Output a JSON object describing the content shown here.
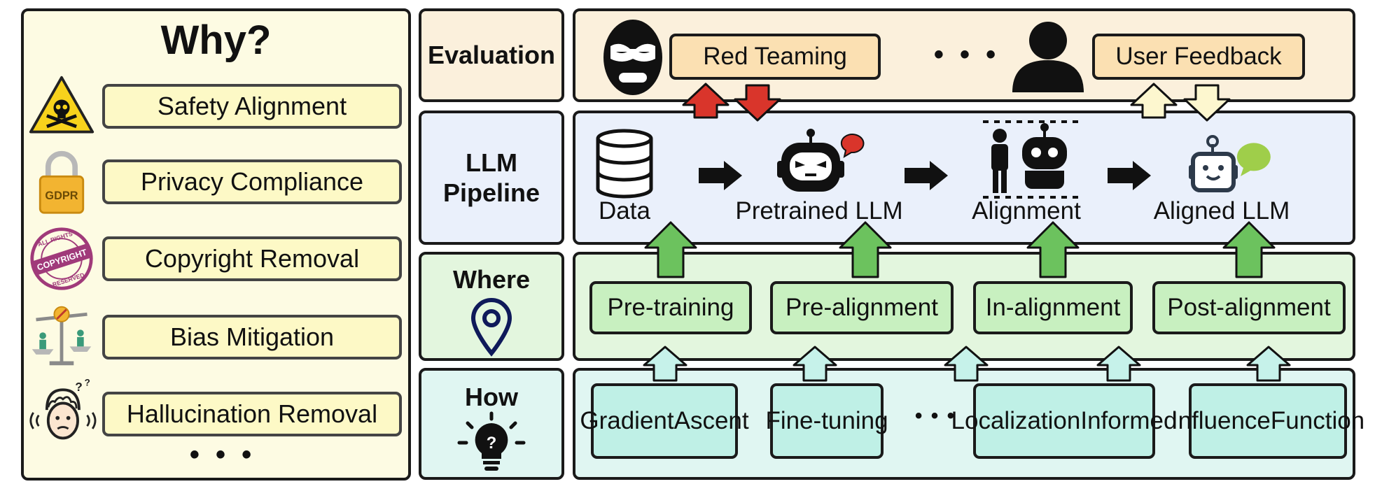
{
  "why": {
    "title": "Why?",
    "items": [
      {
        "label": "Safety Alignment",
        "icon": "hazard-skull-icon"
      },
      {
        "label": "Privacy Compliance",
        "icon": "gdpr-lock-icon"
      },
      {
        "label": "Copyright Removal",
        "icon": "copyright-stamp-icon"
      },
      {
        "label": "Bias Mitigation",
        "icon": "balance-scale-icon"
      },
      {
        "label": "Hallucination Removal",
        "icon": "confused-person-icon"
      }
    ],
    "more": "• • •",
    "gdpr_text": "GDPR",
    "stamp_top": "ALL RIGHTS",
    "stamp_mid": "COPYRIGHT",
    "stamp_bot": "RESERVED"
  },
  "rows": {
    "evaluation": "Evaluation",
    "pipeline_line1": "LLM",
    "pipeline_line2": "Pipeline",
    "where": "Where",
    "how": "How"
  },
  "evaluation": {
    "red_teaming": "Red Teaming",
    "user_feedback": "User Feedback",
    "ellipsis": "• • •"
  },
  "pipeline": {
    "stages": [
      "Data",
      "Pretrained LLM",
      "Alignment",
      "Aligned LLM"
    ]
  },
  "where": {
    "stages": [
      "Pre-training",
      "Pre-alignment",
      "In-alignment",
      "Post-alignment"
    ]
  },
  "how": {
    "methods": [
      {
        "line1": "Gradient",
        "line2": "Ascent"
      },
      {
        "line1": "Fine-",
        "line2": "tuning"
      },
      {
        "line1": "Localization",
        "line2": "Informed"
      },
      {
        "line1": "Influence",
        "line2": "Function"
      }
    ],
    "ellipsis": "• • •"
  },
  "colors": {
    "red_arrow": "#d9352b",
    "yellow_arrow": "#fdf7cf",
    "green_arrow": "#6cc25e",
    "cyan_arrow": "#c6f2ea"
  }
}
